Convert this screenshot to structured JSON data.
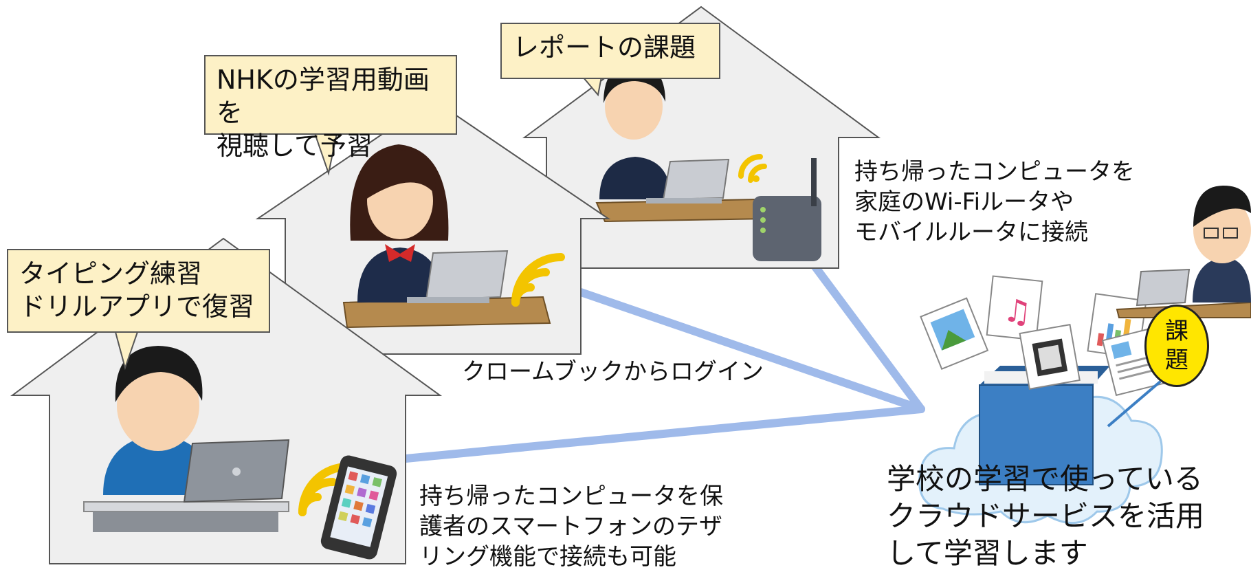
{
  "bubbles": {
    "report": "レポートの課題",
    "nhk": "NHKの学習用動画を\n視聴して予習",
    "typing": "タイピング練習\nドリルアプリで復習"
  },
  "captions": {
    "wifi_router": "持ち帰ったコンピュータを\n家庭のWi-Fiルータや\nモバイルルータに接続",
    "login": "クロームブックからログイン",
    "tethering": "持ち帰ったコンピュータを保\n護者のスマートフォンのテザ\nリング機能で接続も可能",
    "cloud": "学校の学習で使っている\nクラウドサービスを活用\nして学習します"
  },
  "badge": "課\n題",
  "colors": {
    "house_fill": "#efefef",
    "house_stroke": "#555555",
    "bubble_fill": "#fdf1c6",
    "link_line": "#9fbaea",
    "wifi": "#f3c400",
    "badge": "#ffe600",
    "book": "#3c7fc4",
    "cloud": "#e3f1fb"
  }
}
